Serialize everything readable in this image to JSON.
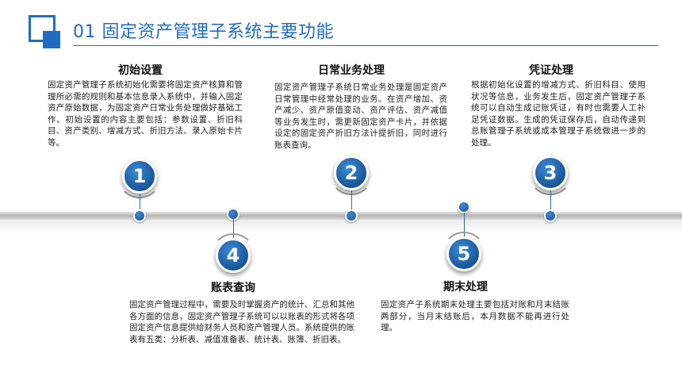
{
  "title": "01 固定资产管理子系统主要功能",
  "steps": [
    {
      "number": "1",
      "heading": "初始设置",
      "body": "固定资产管理子系统初始化需要将固定资产核算和管理所必需的规则和基本信息录入系统中，并输入固定资产原始数据，为固定资产日常业务处理做好基础工作。初始设置的内容主要包括：参数设置、折旧科目、资产类别、增减方式、折旧方法、录入原始卡片等。"
    },
    {
      "number": "2",
      "heading": "日常业务处理",
      "body": "固定资产管理子系统日常业务处理是固定资产日常管理中经常处理的业务。在资产增加、资产减少、资产原值变动、资产评估、资产减值等业务发生时，需更新固定资产卡片，并依据设定的固定资产折旧方法计提折旧，同时进行账表查询。"
    },
    {
      "number": "3",
      "heading": "凭证处理",
      "body": "根据初始化设置的增减方式、折旧科目、使用状况等信息，业务发生后，固定资产管理子系统可以自动生成记账凭证，有时也需要人工补足凭证数据。生成的凭证保存后，自动传递到总账管理子系统或成本管理子系统做进一步的处理。"
    },
    {
      "number": "4",
      "heading": "账表查询",
      "body": "固定资产管理过程中，需要及时掌握资产的统计、汇总和其他各方面的信息，固定资产管理子系统可以以账表的形式将各项固定资产信息提供给财务人员和资产管理人员。系统提供的账表有五类：分析表、减值准备表、统计表、账簿、折旧表。"
    },
    {
      "number": "5",
      "heading": "期末处理",
      "body": "固定资产子系统期末处理主要包括对账和月末结账两部分，当月末结账后，本月数据不能再进行处理。"
    }
  ]
}
